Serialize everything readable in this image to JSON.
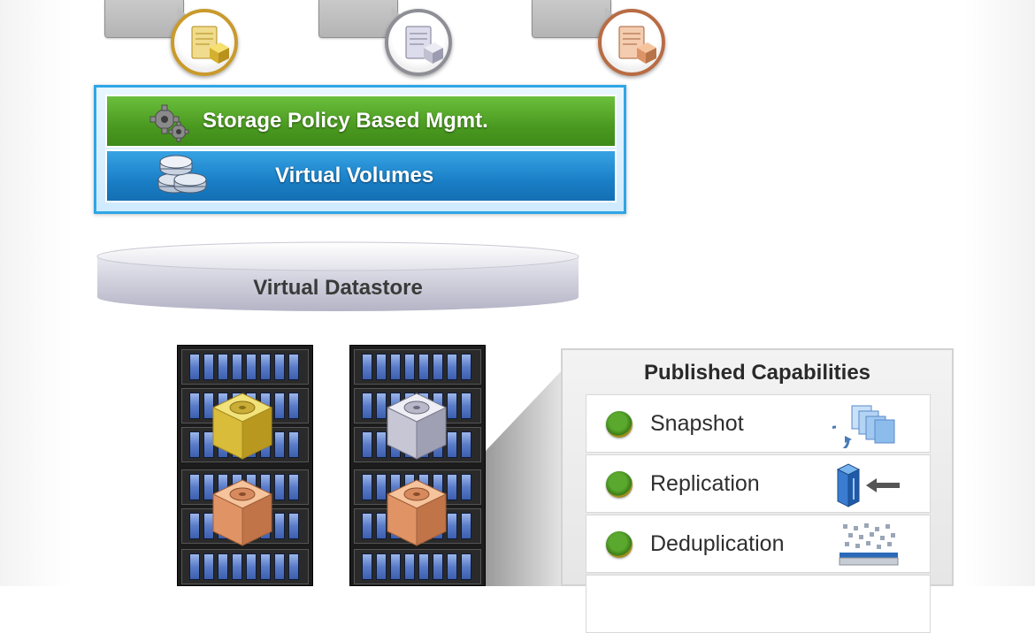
{
  "stack": {
    "spbm_label": "Storage Policy Based Mgmt.",
    "vvol_label": "Virtual Volumes"
  },
  "datastore": {
    "label": "Virtual Datastore"
  },
  "capabilities": {
    "title": "Published Capabilities",
    "items": [
      {
        "label": "Snapshot",
        "icon": "snapshot-icon"
      },
      {
        "label": "Replication",
        "icon": "replication-icon"
      },
      {
        "label": "Deduplication",
        "icon": "deduplication-icon"
      }
    ]
  },
  "colors": {
    "gold": "#d9b84a",
    "silver": "#b8b8c6",
    "bronze": "#d9936a",
    "spbm_green": "#4a9a20",
    "vvol_blue": "#1a7fc7",
    "frame_blue": "#2fa6e6"
  }
}
